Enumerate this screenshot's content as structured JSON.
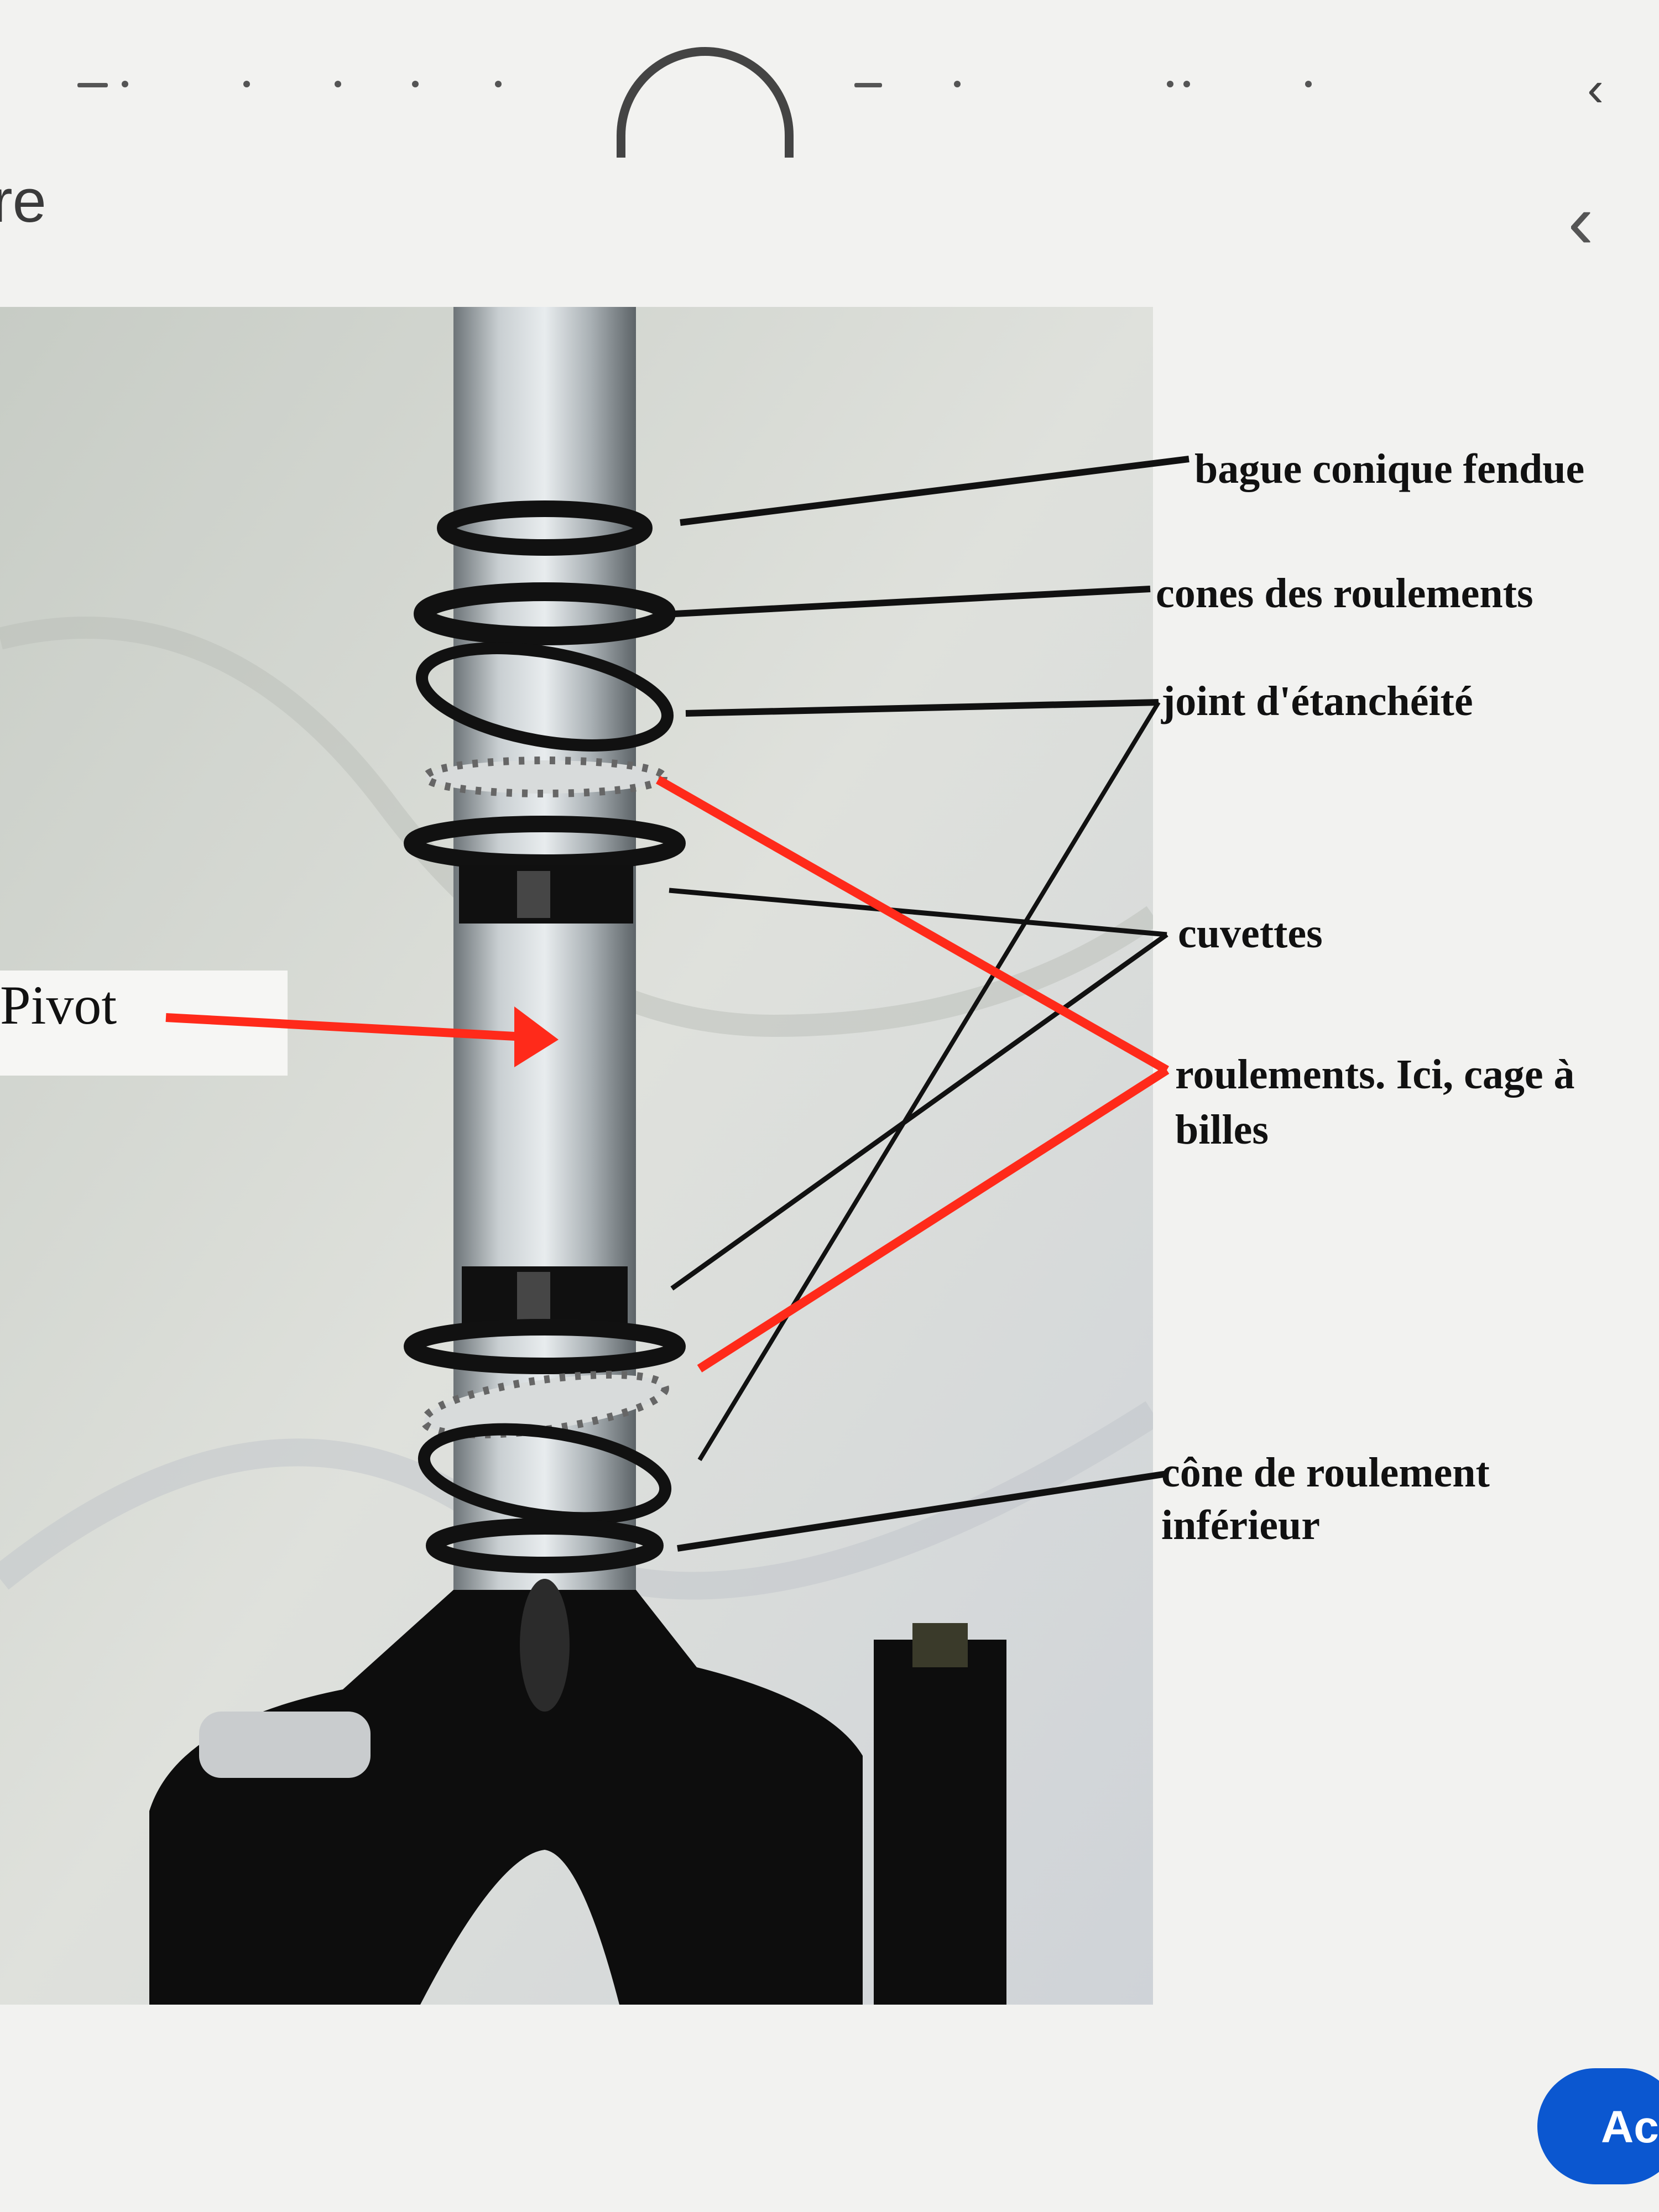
{
  "header": {
    "breadcrumb_fragment": "re",
    "back_icon": "chevron-left-icon"
  },
  "photo": {
    "pivot_label": "Pivot",
    "labels": {
      "bague": "bague conique fendue",
      "cones": "cones des roulements",
      "joint": "joint d'étanchéité",
      "cuvettes": "cuvettes",
      "roulements_line1": "roulements. Ici, cage à",
      "roulements_line2": "billes",
      "cone_inf_line1": "cône de roulement",
      "cone_inf_line2": "inférieur"
    },
    "colors": {
      "pointer_red": "#ff2a1a",
      "pointer_black": "#111111"
    }
  },
  "action_button": {
    "label": "Ac"
  }
}
